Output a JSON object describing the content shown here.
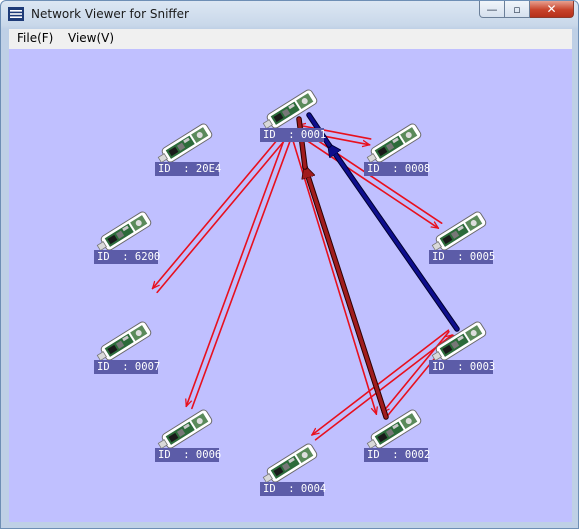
{
  "window": {
    "title": "Network Viewer for Sniffer"
  },
  "window_controls": {
    "minimize": "—",
    "maximize": "▫",
    "close": "✕"
  },
  "menu": {
    "file": "File(F)",
    "view": "View(V)"
  },
  "nodes": [
    {
      "id": "0001",
      "label": "ID  : 0001"
    },
    {
      "id": "20E4",
      "label": "ID  : 20E4"
    },
    {
      "id": "0008",
      "label": "ID  : 0008"
    },
    {
      "id": "6200",
      "label": "ID  : 6200"
    },
    {
      "id": "0005",
      "label": "ID  : 0005"
    },
    {
      "id": "0007",
      "label": "ID  : 0007"
    },
    {
      "id": "0003",
      "label": "ID  : 0003"
    },
    {
      "id": "0006",
      "label": "ID  : 0006"
    },
    {
      "id": "0002",
      "label": "ID  : 0002"
    },
    {
      "id": "0004",
      "label": "ID  : 0004"
    }
  ],
  "links": [
    {
      "from": "0001",
      "to": "0008",
      "style": "thin",
      "color": "#e8101e"
    },
    {
      "from": "0008",
      "to": "0001",
      "style": "thin",
      "color": "#e8101e"
    },
    {
      "from": "0001",
      "to": "0005",
      "style": "thin",
      "color": "#e8101e"
    },
    {
      "from": "0005",
      "to": "0001",
      "style": "thin",
      "color": "#e8101e"
    },
    {
      "from": "0001",
      "to": "0007",
      "style": "thin",
      "color": "#e8101e"
    },
    {
      "from": "0007",
      "to": "0001",
      "style": "thin",
      "color": "#e8101e"
    },
    {
      "from": "0001",
      "to": "0006",
      "style": "thin",
      "color": "#e8101e"
    },
    {
      "from": "0006",
      "to": "0001",
      "style": "thin",
      "color": "#e8101e"
    },
    {
      "from": "0001",
      "to": "0002",
      "style": "thin",
      "color": "#e8101e"
    },
    {
      "from": "0003",
      "to": "0004",
      "style": "thin",
      "color": "#e8101e"
    },
    {
      "from": "0004",
      "to": "0003",
      "style": "thin",
      "color": "#e8101e"
    },
    {
      "from": "0003",
      "to": "0002",
      "style": "thin",
      "color": "#e8101e"
    },
    {
      "from": "0002",
      "to": "0003",
      "style": "thin",
      "color": "#e8101e"
    },
    {
      "from": "0002",
      "to": "0001",
      "style": "thick",
      "color": "#a01c1c"
    },
    {
      "from": "0003",
      "to": "0001",
      "style": "thick",
      "color": "#0e0e8c"
    }
  ]
}
